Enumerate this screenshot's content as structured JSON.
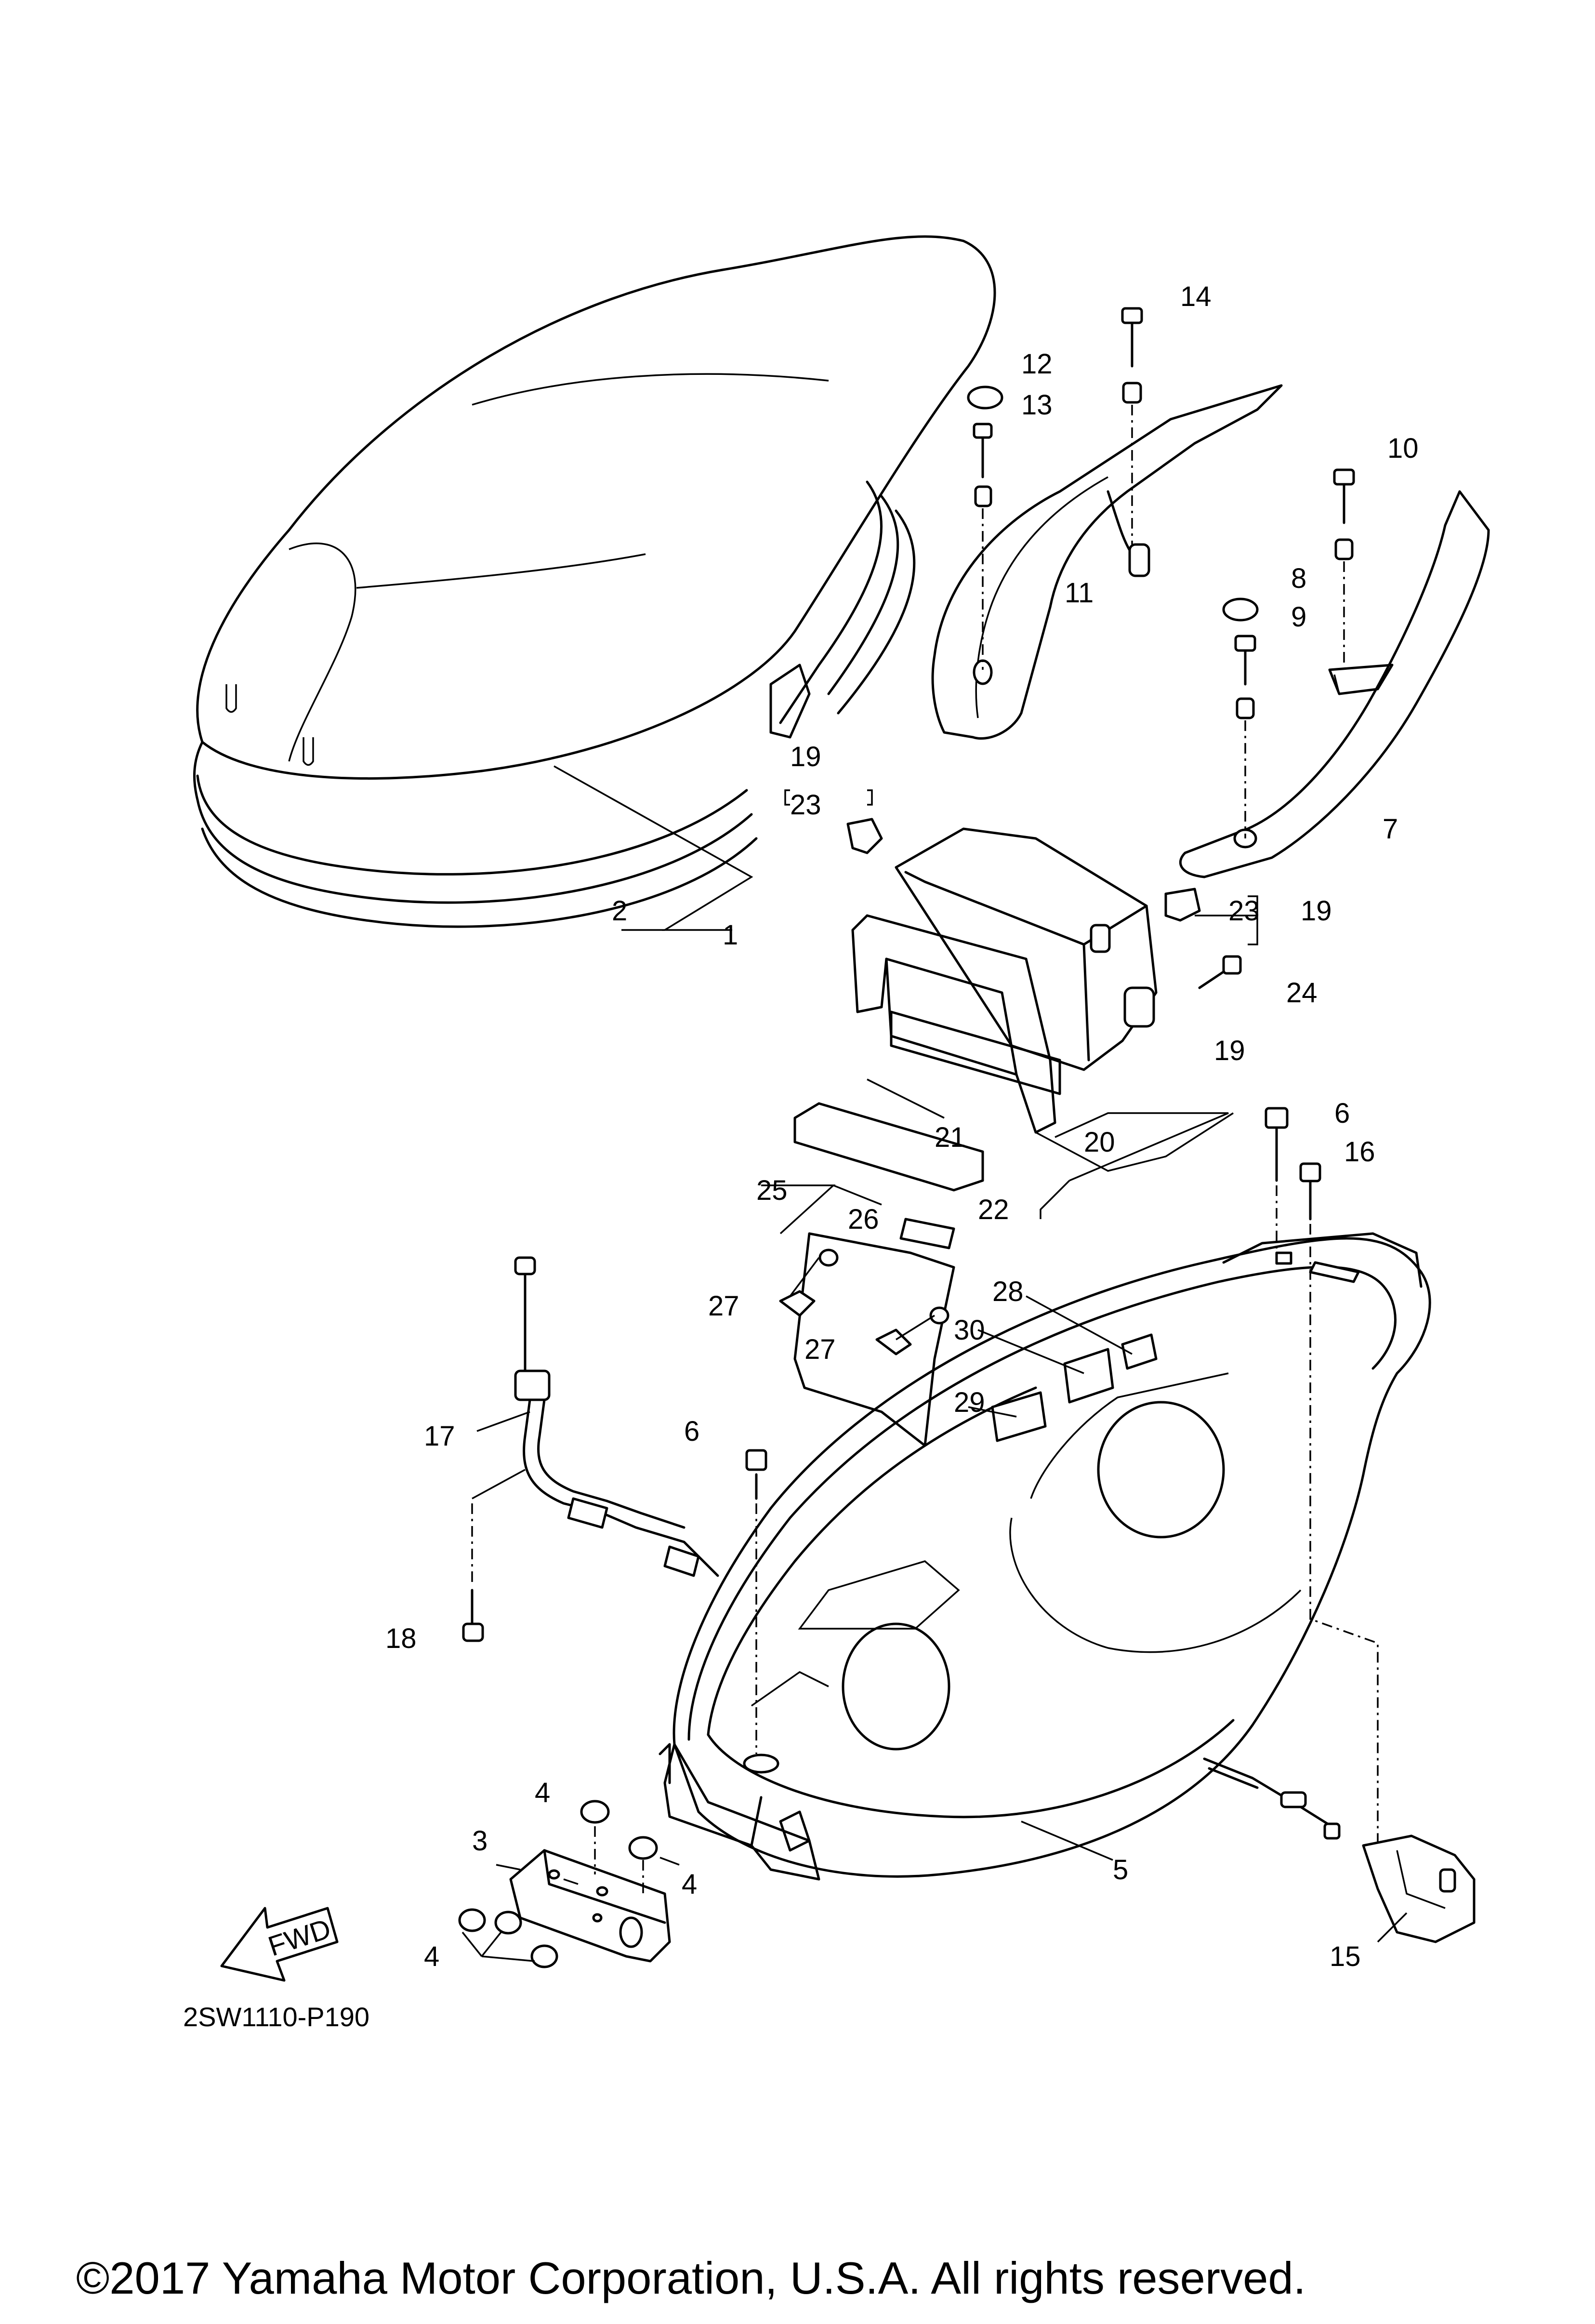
{
  "diagram": {
    "code": "2SW1110-P190",
    "fwd_label": "FWD",
    "copyright": "©2017 Yamaha Motor Corporation, U.S.A. All rights reserved.",
    "callouts": {
      "c1": "1",
      "c2": "2",
      "c3": "3",
      "c4a": "4",
      "c4b": "4",
      "c4c": "4",
      "c5": "5",
      "c6a": "6",
      "c6b": "6",
      "c7": "7",
      "c8": "8",
      "c9": "9",
      "c10": "10",
      "c11": "11",
      "c12": "12",
      "c13": "13",
      "c14": "14",
      "c15": "15",
      "c16": "16",
      "c17": "17",
      "c18": "18",
      "c19a": "19",
      "c19b": "19",
      "c19c": "19",
      "c20": "20",
      "c21": "21",
      "c22": "22",
      "c23a": "23",
      "c23b": "23",
      "c24": "24",
      "c25": "25",
      "c26": "26",
      "c27a": "27",
      "c27b": "27",
      "c28": "28",
      "c29": "29",
      "c30": "30"
    }
  }
}
